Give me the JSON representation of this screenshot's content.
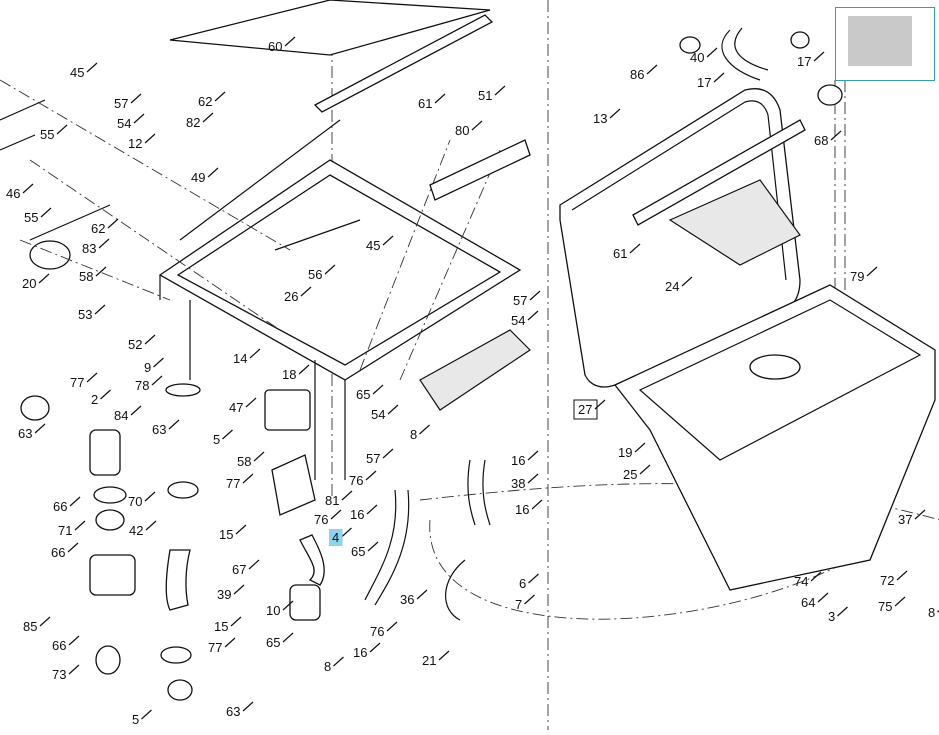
{
  "diagram": {
    "type": "exploded parts diagram",
    "highlight_color": "#8fd3ef",
    "highlighted_callout": "4",
    "boxed_callouts": [
      "27"
    ],
    "callouts": [
      "45",
      "57",
      "54",
      "55",
      "12",
      "46",
      "55",
      "62",
      "83",
      "58",
      "53",
      "20",
      "60",
      "61",
      "62",
      "82",
      "49",
      "45",
      "56",
      "26",
      "51",
      "80",
      "52",
      "9",
      "78",
      "63",
      "5",
      "77",
      "2",
      "63",
      "84",
      "70",
      "77",
      "66",
      "71",
      "42",
      "66",
      "15",
      "39",
      "85",
      "66",
      "15",
      "77",
      "73",
      "5",
      "63",
      "14",
      "18",
      "47",
      "58",
      "81",
      "76",
      "4",
      "65",
      "67",
      "10",
      "65",
      "8",
      "16",
      "76",
      "36",
      "65",
      "54",
      "8",
      "57",
      "76",
      "16",
      "57",
      "54",
      "27",
      "16",
      "38",
      "16",
      "6",
      "7",
      "21",
      "40",
      "86",
      "17",
      "17",
      "68",
      "13",
      "61",
      "24",
      "79",
      "19",
      "25",
      "37",
      "74",
      "72",
      "64",
      "3",
      "75",
      "8"
    ]
  },
  "thumbnail": {
    "name": "overview-thumbnail"
  }
}
